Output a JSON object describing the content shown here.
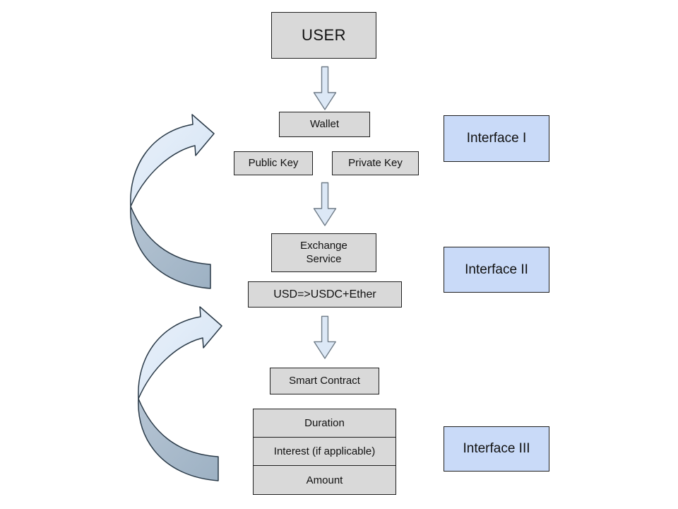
{
  "nodes": {
    "user": "USER",
    "wallet": "Wallet",
    "public_key": "Public Key",
    "private_key": "Private Key",
    "exchange_service": "Exchange\nService",
    "usd_conversion": "USD=>USDC+Ether",
    "smart_contract": "Smart Contract",
    "contract_fields": [
      "Duration",
      "Interest (if applicable)",
      "Amount"
    ],
    "interfaces": [
      "Interface I",
      "Interface II",
      "Interface III"
    ]
  },
  "icons": {
    "down_arrow": "down-arrow",
    "loop_arrow": "curved-loop-arrow"
  },
  "colors": {
    "node_fill": "#d9d9d9",
    "node_border": "#1f1f1f",
    "interface_fill": "#c9daf8",
    "arrow_light_fill": "#dce8f6",
    "arrow_dark_fill": "#a7b8c8",
    "arrow_outline": "#2a3a48",
    "background": "#ffffff"
  }
}
